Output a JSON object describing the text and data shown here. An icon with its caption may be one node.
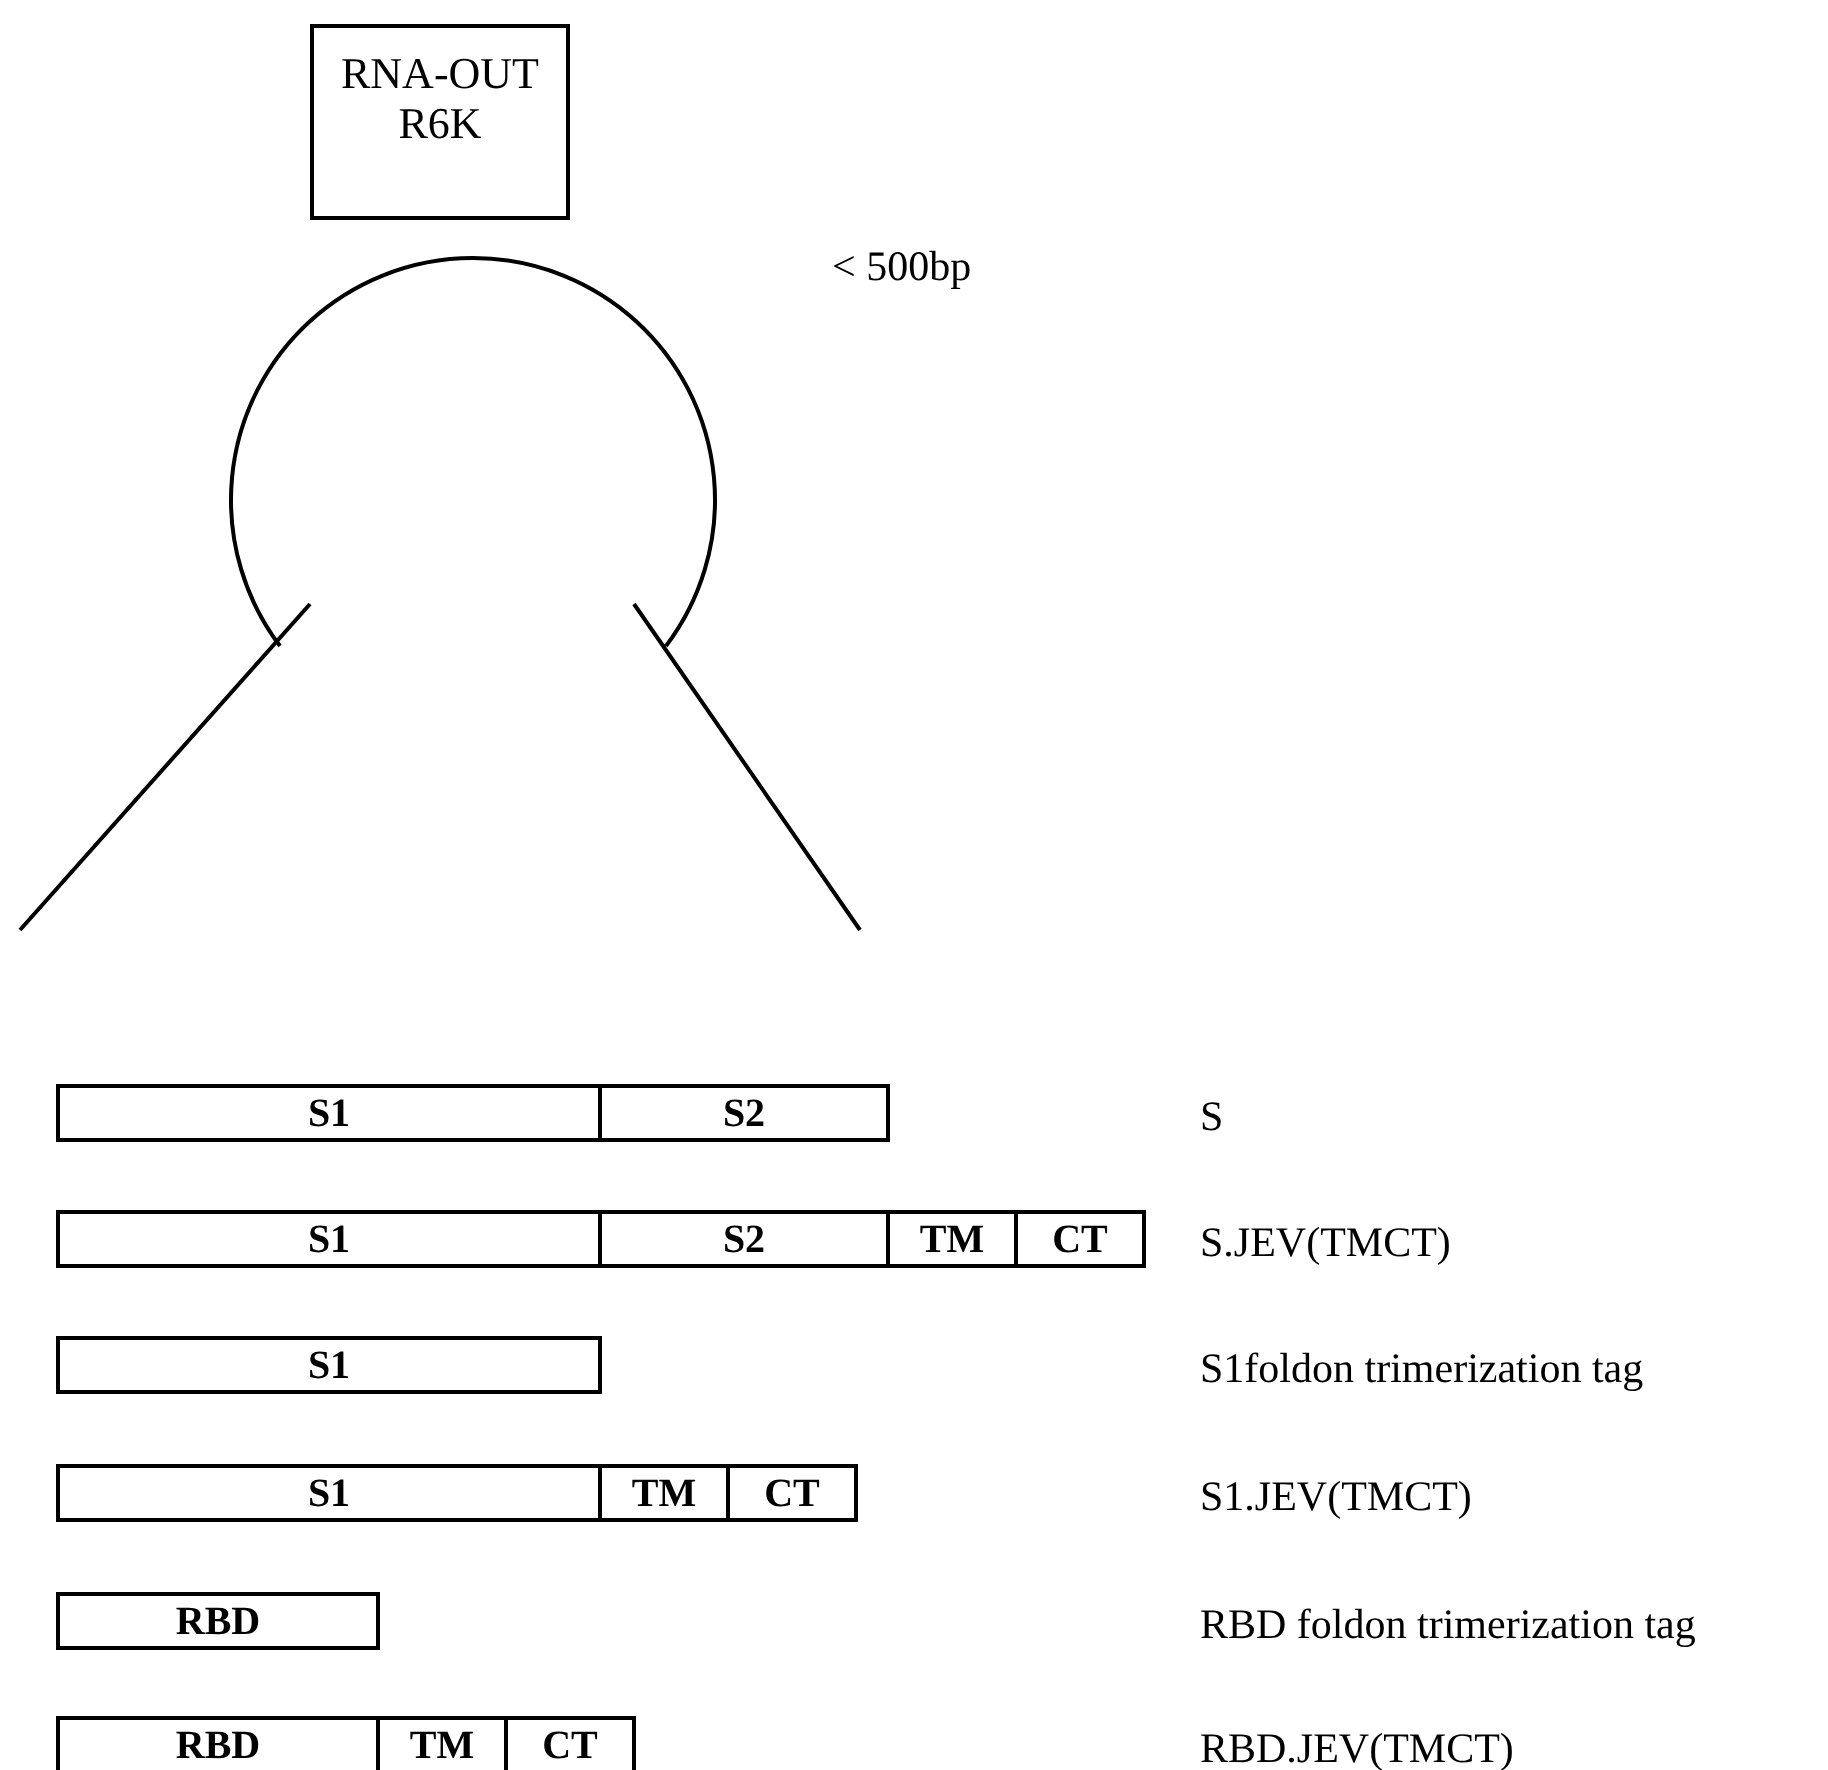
{
  "diagram": {
    "nodes": [
      {
        "text": [
          "RNA-OUT R6K"
        ]
      },
      {
        "text": [
          "S1"
        ]
      },
      {
        "text": [
          "S2"
        ]
      },
      {
        "text": [
          "S1"
        ]
      },
      {
        "text": [
          "S2"
        ]
      },
      {
        "text": [
          "TM"
        ]
      },
      {
        "text": [
          "CT"
        ]
      },
      {
        "text": [
          "S1"
        ]
      },
      {
        "text": [
          "S1"
        ]
      },
      {
        "text": [
          "TM"
        ]
      },
      {
        "text": [
          "CT"
        ]
      },
      {
        "text": [
          "RBD"
        ]
      },
      {
        "text": [
          "RBD"
        ]
      },
      {
        "text": [
          "TM"
        ]
      },
      {
        "text": [
          "CT"
        ]
      }
    ],
    "labels": [
      "< 500bp",
      "S",
      "S.JEV(TMCT)",
      "S1foldon trimerization tag",
      "S1.JEV(TMCT)",
      "RBD foldon trimerization tag",
      "RBD.JEV(TMCT)"
    ]
  }
}
